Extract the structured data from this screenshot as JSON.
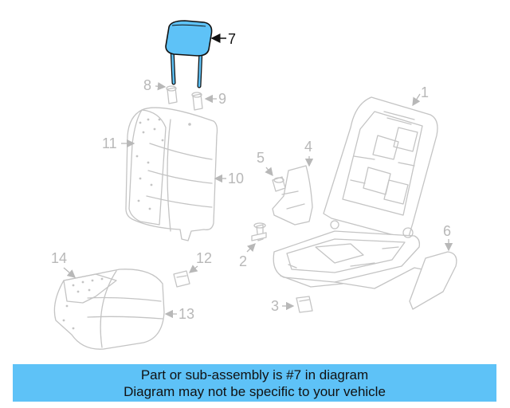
{
  "diagram": {
    "highlight_part": "7",
    "highlight_color": "#5ec2f7",
    "callouts": {
      "c1": "1",
      "c2": "2",
      "c3": "3",
      "c4": "4",
      "c5": "5",
      "c6": "6",
      "c7": "7",
      "c8": "8",
      "c9": "9",
      "c10": "10",
      "c11": "11",
      "c12": "12",
      "c13": "13",
      "c14": "14"
    }
  },
  "banner": {
    "line1": "Part or sub-assembly is #7 in diagram",
    "line2": "Diagram may not be specific to your vehicle",
    "color": "#5ec2f7"
  }
}
